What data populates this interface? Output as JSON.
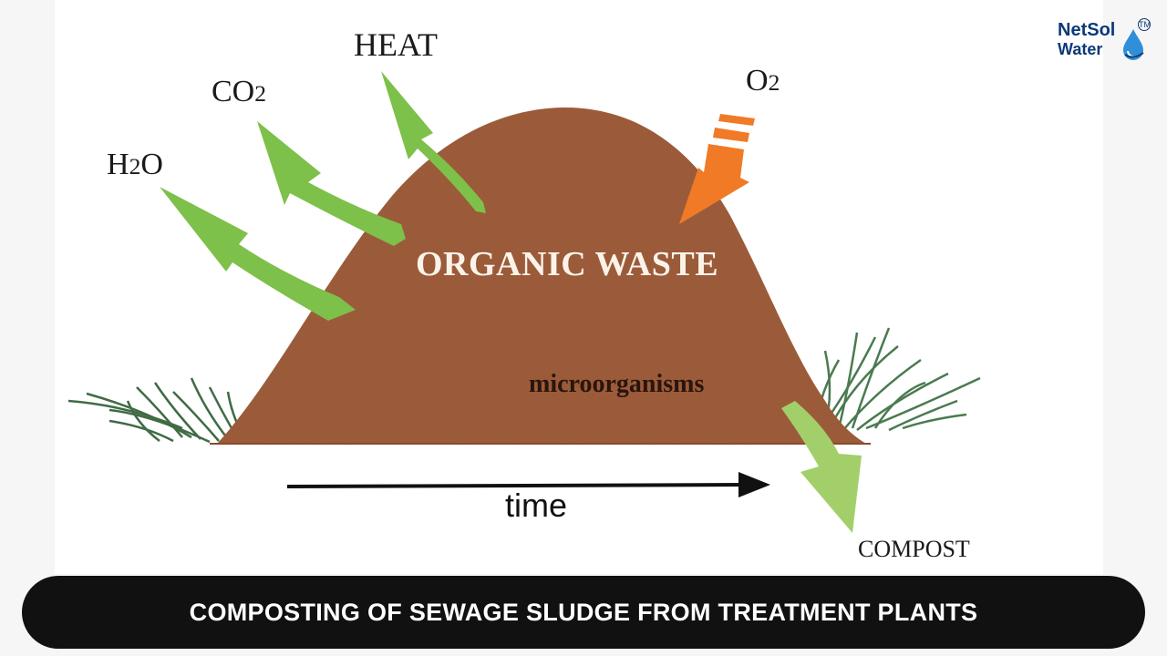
{
  "labels": {
    "heat": "HEAT",
    "co2": "CO",
    "co2_sub": "2",
    "h2o_h": "H",
    "h2o_sub": "2",
    "h2o_o": "O",
    "o2": "O",
    "o2_sub": "2",
    "organic_waste": "ORGANIC WASTE",
    "microorganisms": "microorganisms",
    "time": "time",
    "compost": "COMPOST"
  },
  "logo": {
    "line1": "NetSol",
    "line2": "Water",
    "tm": "TM"
  },
  "banner": {
    "title": "COMPOSTING OF SEWAGE SLUDGE FROM TREATMENT PLANTS"
  },
  "colors": {
    "pile": "#9a5532",
    "green_arrow": "#7dc04a",
    "orange_arrow": "#f07a26",
    "compost_arrow": "#a3cf6a",
    "grass": "#3f6b45",
    "banner": "#111111",
    "logo": "#0b3a78"
  }
}
